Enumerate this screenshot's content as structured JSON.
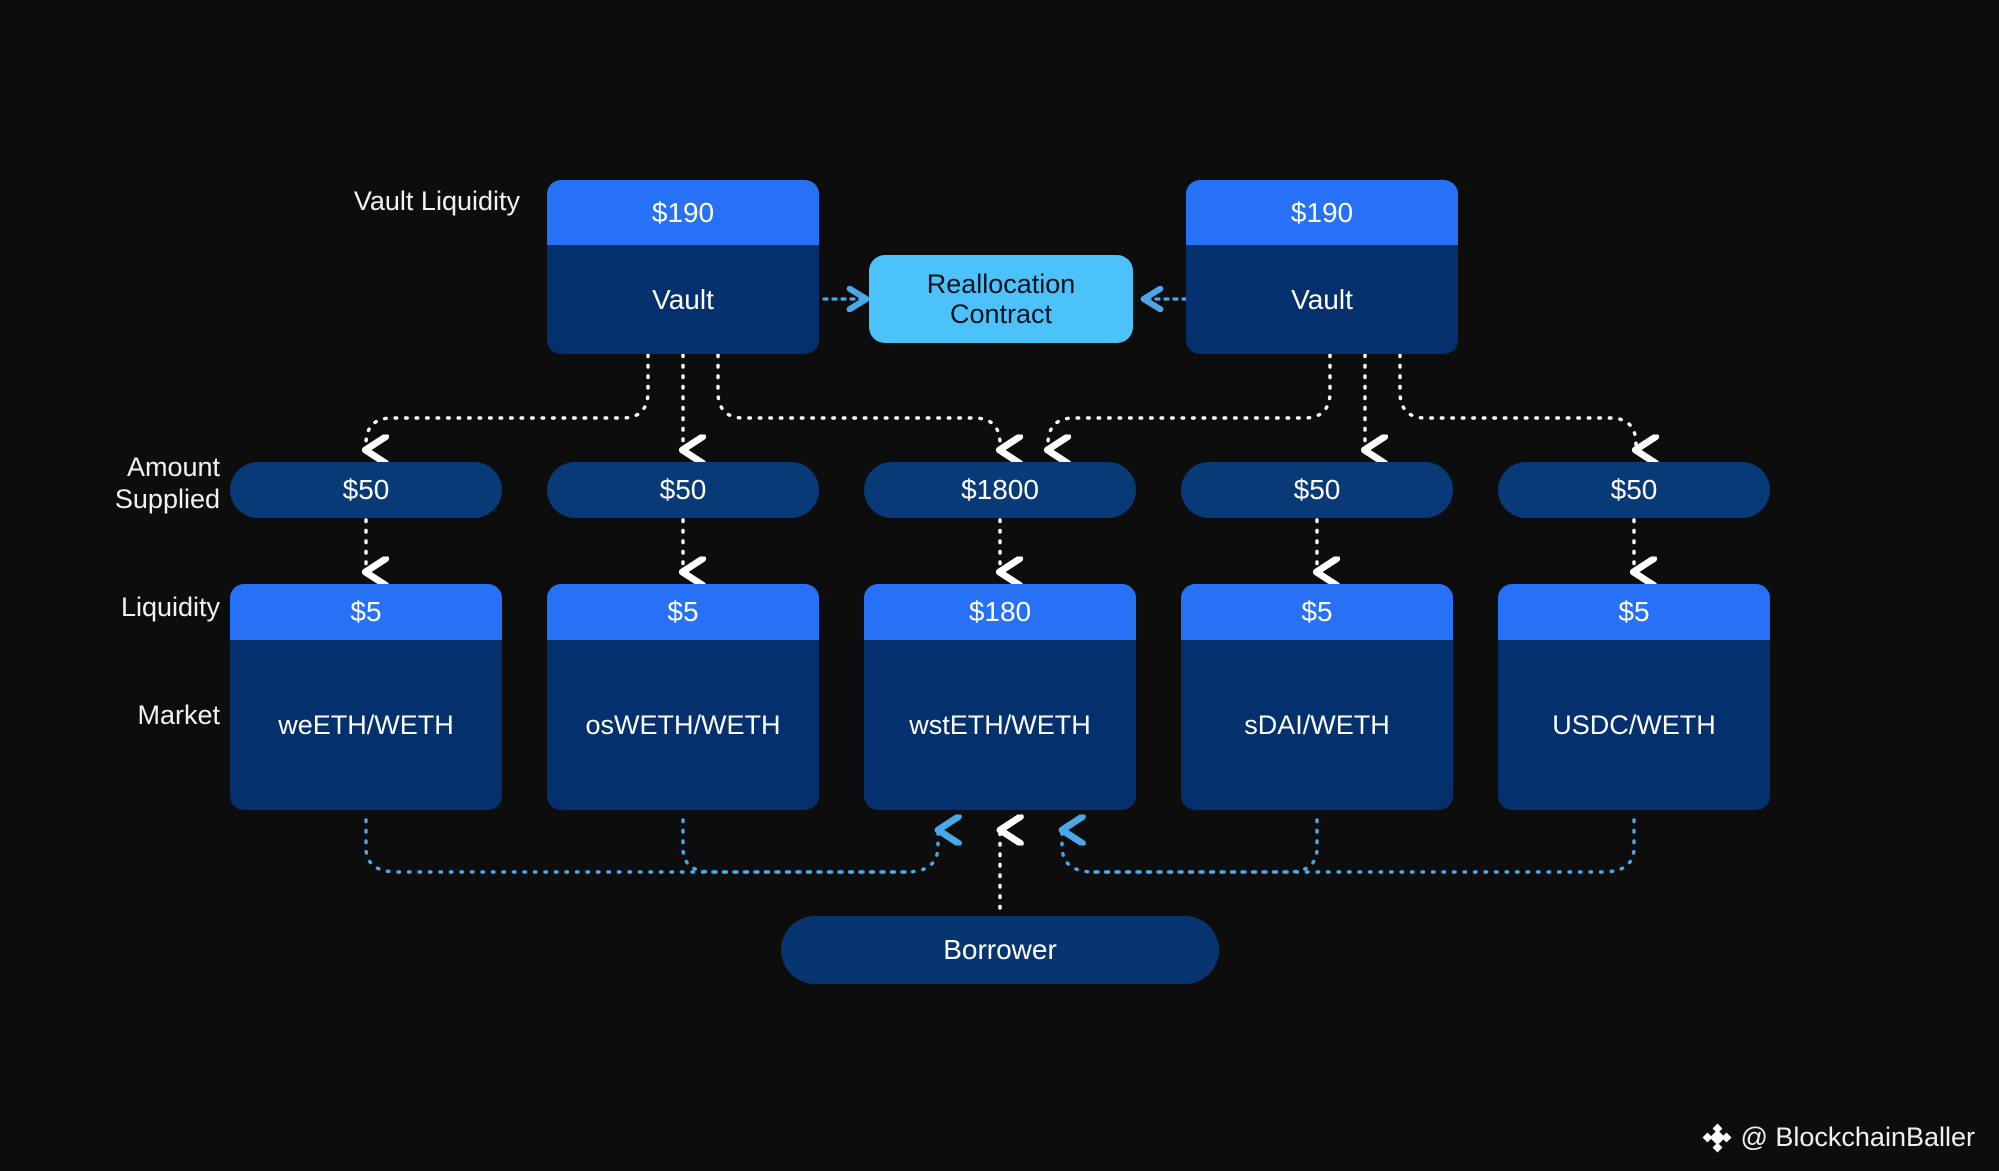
{
  "background": "#0d0d0d",
  "colors": {
    "bright_blue": "#2671f5",
    "dark_navy": "#04306d",
    "pill_navy": "#073a77",
    "light_blue": "#4cc2fb",
    "white_wire": "#ffffff",
    "blue_wire": "#4aa8e8"
  },
  "row_labels": {
    "vault_liquidity": "Vault Liquidity",
    "amount_supplied": "Amount\nSupplied",
    "liquidity": "Liquidity",
    "market": "Market"
  },
  "vaults": [
    {
      "liquidity": "$190",
      "name": "Vault"
    },
    {
      "liquidity": "$190",
      "name": "Vault"
    }
  ],
  "reallocation_contract": {
    "line1": "Reallocation",
    "line2": "Contract"
  },
  "columns": [
    {
      "amount_supplied": "$50",
      "liquidity": "$5",
      "market": "weETH/WETH"
    },
    {
      "amount_supplied": "$50",
      "liquidity": "$5",
      "market": "osWETH/WETH"
    },
    {
      "amount_supplied": "$1800",
      "liquidity": "$180",
      "market": "wstETH/WETH"
    },
    {
      "amount_supplied": "$50",
      "liquidity": "$5",
      "market": "sDAI/WETH"
    },
    {
      "amount_supplied": "$50",
      "liquidity": "$5",
      "market": "USDC/WETH"
    }
  ],
  "borrower": {
    "label": "Borrower"
  },
  "watermark": {
    "handle": "@ BlockchainBaller",
    "logo": "binance-diamond-icon"
  }
}
